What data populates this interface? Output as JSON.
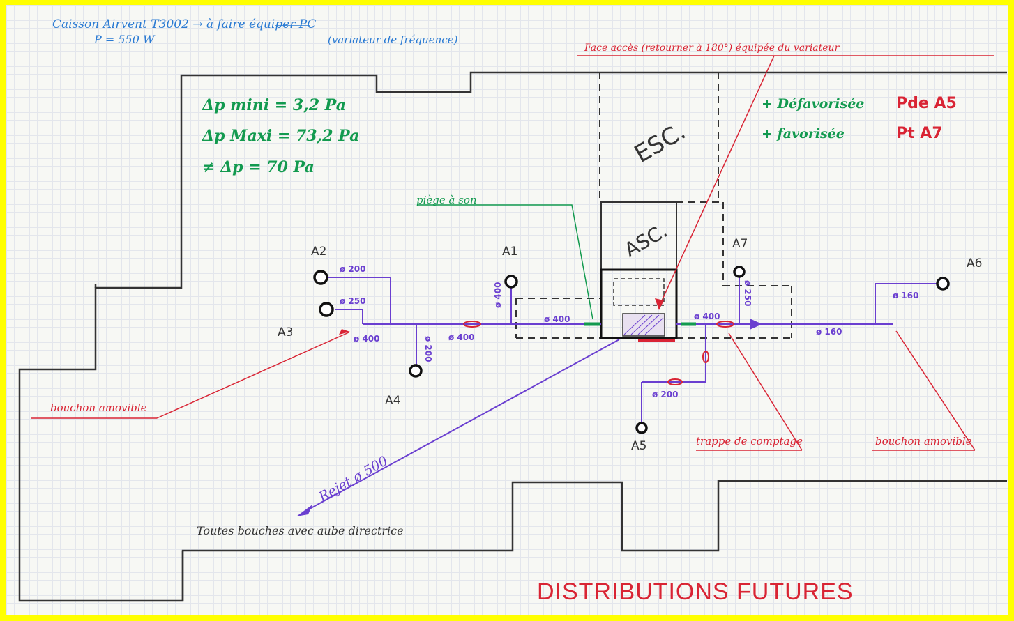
{
  "header_note": {
    "line1": "Caisson Airvent T3002 → à faire équiper PC",
    "line2": "P = 550 W",
    "line3": "(variateur de fréquence)"
  },
  "access_note": "Face accès (retourner à 180°) équipée du variateur",
  "pressure": {
    "min": "Δp mini = 3,2 Pa",
    "max": "Δp Maxi = 73,2 Pa",
    "diff": "≠ Δp = 70 Pa"
  },
  "fan_notes": {
    "worst": "+ Défavorisée",
    "worst_value": "Pde A5",
    "best": "+ favorisée",
    "best_value": "Pt A7"
  },
  "rooms": {
    "esc": "ESC.",
    "asc": "ASC."
  },
  "terminals": [
    "A1",
    "A2",
    "A3",
    "A4",
    "A5",
    "A6",
    "A7"
  ],
  "duct_labels": {
    "a2": "ø 200",
    "a3a": "ø 250",
    "main_left": "ø 400",
    "main_mid": "ø 400",
    "a1": "ø 400",
    "near_box": "ø 400",
    "a4": "ø 200",
    "right1": "ø 400",
    "a7": "ø 250",
    "a5": "ø 200",
    "a6": "ø 160",
    "right2": "ø 160"
  },
  "callouts": {
    "sound_trap": "piège à son",
    "plug_left": "bouchon amovible",
    "plug_right": "bouchon amovible",
    "balancing": "trappe de comptage",
    "discharge": "Rejet ø 500",
    "bottom_note": "Toutes bouches avec aube directrice"
  },
  "title": "DISTRIBUTIONS FUTURES",
  "colors": {
    "walls": "#333333",
    "duct": "#6a3fd0",
    "callout_red": "#d92434",
    "callout_green": "#129a4f",
    "header_blue": "#2a7ad3",
    "background": "#ffff00"
  }
}
